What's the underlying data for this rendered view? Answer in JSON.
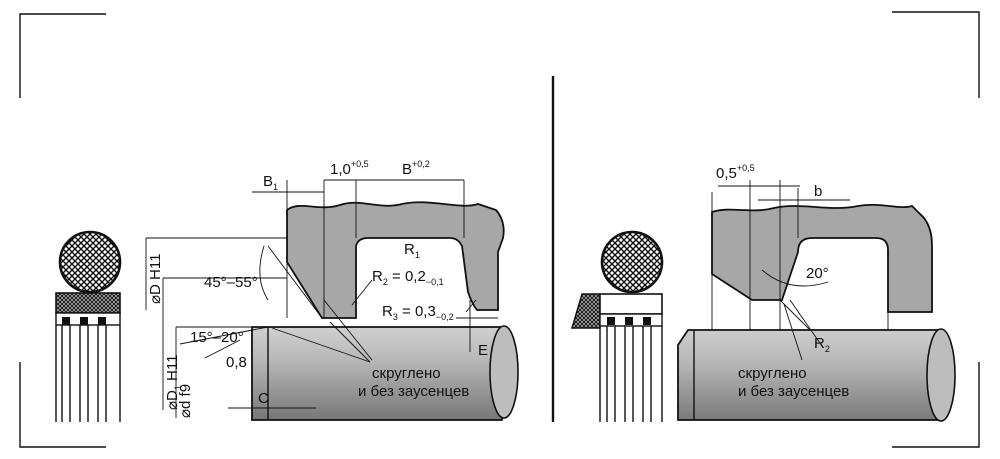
{
  "colors": {
    "line": "#111111",
    "metal": "#a7a7a7",
    "shaft_dark": "#7c7c7c",
    "background": "#ffffff"
  },
  "left": {
    "b1": "B",
    "b1_sub": "1",
    "gap": "1,0",
    "gap_tol": "+0,5",
    "b": "B",
    "b_tol": "+0,2",
    "r1": "R",
    "r1_sub": "1",
    "r2": "R",
    "r2_sub": "2",
    "r2_val": " = 0,2",
    "r2_tol": "−0,1",
    "r3": "R",
    "r3_sub": "3",
    "r3_val": " = 0,3",
    "r3_tol": "−0,2",
    "angle1": "45°–55°",
    "angle2": "15°–20°",
    "chamfer": "0,8",
    "dia_D": "⌀D H11",
    "dia_D1": "⌀D",
    "dia_D1_sub": "1",
    "dia_D1_rest": " H11",
    "dia_d": "⌀d f9",
    "c": "C",
    "e": "E",
    "note_line1": "скруглено",
    "note_line2": "и без заусенцев"
  },
  "right": {
    "gap": "0,5",
    "gap_tol": "+0,5",
    "b": "b",
    "angle": "20°",
    "r2": "R",
    "r2_sub": "2",
    "note_line1": "скруглено",
    "note_line2": "и без заусенцев"
  }
}
